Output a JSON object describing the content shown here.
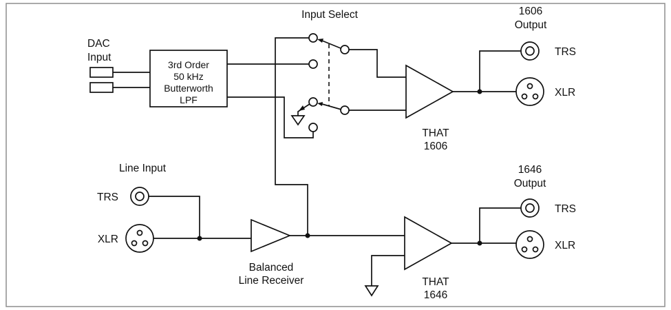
{
  "colors": {
    "ink": "#111111",
    "surface": "#ffffff",
    "frame": "#8e8e8e"
  },
  "labels": {
    "input_select": "Input Select",
    "dac": {
      "l1": "DAC",
      "l2": "Input"
    },
    "lpf": {
      "l1": "3rd Order",
      "l2": "50 kHz",
      "l3": "Butterworth",
      "l4": "LPF"
    },
    "amp1606": {
      "l1": "THAT",
      "l2": "1606"
    },
    "out1606": {
      "title1": "1606",
      "title2": "Output",
      "trs": "TRS",
      "xlr": "XLR"
    },
    "line_input": {
      "title": "Line Input",
      "trs": "TRS",
      "xlr": "XLR"
    },
    "receiver": {
      "l1": "Balanced",
      "l2": "Line Receiver"
    },
    "amp1646": {
      "l1": "THAT",
      "l2": "1646"
    },
    "out1646": {
      "title1": "1646",
      "title2": "Output",
      "trs": "TRS",
      "xlr": "XLR"
    }
  }
}
